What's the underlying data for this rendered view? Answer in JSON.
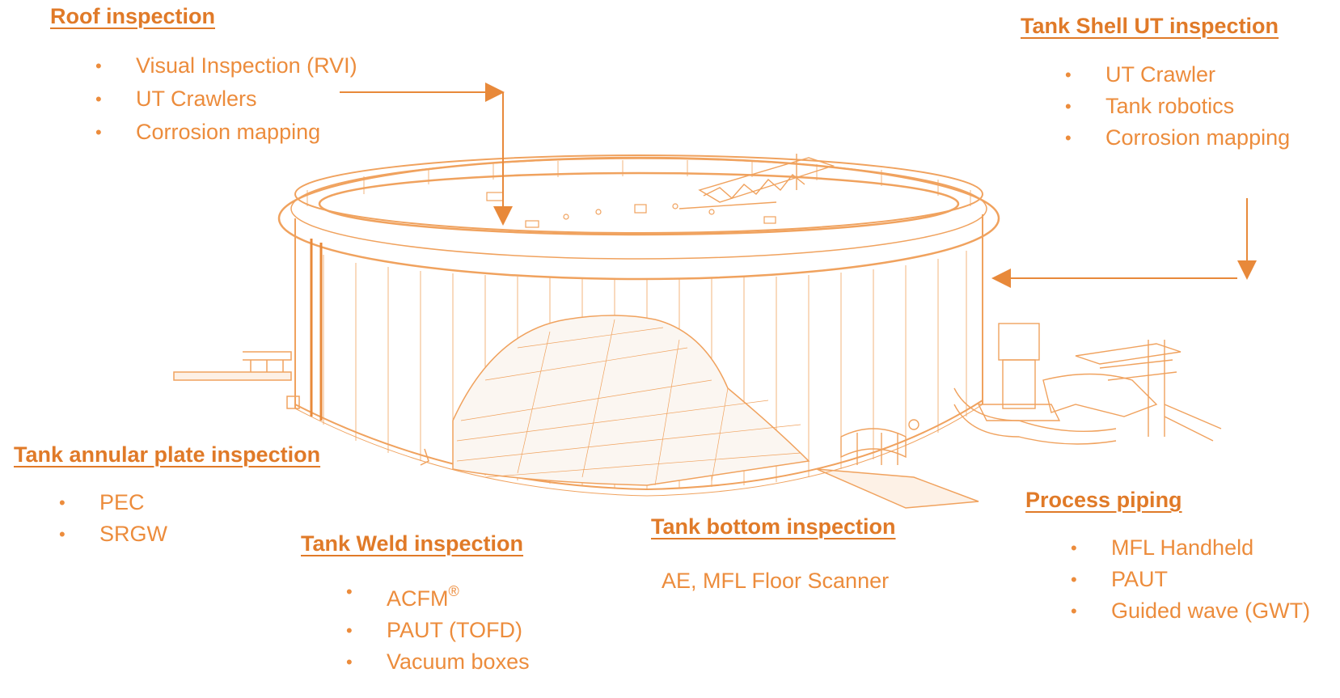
{
  "sections": {
    "roof": {
      "heading": "Roof inspection",
      "items": [
        "Visual Inspection (RVI)",
        "UT Crawlers",
        "Corrosion mapping"
      ]
    },
    "shell": {
      "heading": "Tank Shell UT inspection",
      "items": [
        "UT Crawler",
        "Tank robotics",
        "Corrosion mapping"
      ]
    },
    "annular": {
      "heading": "Tank annular plate inspection",
      "items": [
        "PEC",
        "SRGW"
      ]
    },
    "weld": {
      "heading": "Tank Weld inspection",
      "items": [
        "ACFM",
        "PAUT (TOFD)",
        "Vacuum boxes"
      ],
      "acfm_mark": "®"
    },
    "bottom": {
      "heading": "Tank bottom inspection",
      "text": "AE, MFL Floor Scanner"
    },
    "piping": {
      "heading": "Process piping",
      "items": [
        "MFL Handheld",
        "PAUT",
        "Guided wave (GWT)"
      ]
    }
  },
  "colors": {
    "accent": "#e07a28",
    "text": "#ec8c3c",
    "line": "#f0a25e",
    "background": "#ffffff"
  }
}
